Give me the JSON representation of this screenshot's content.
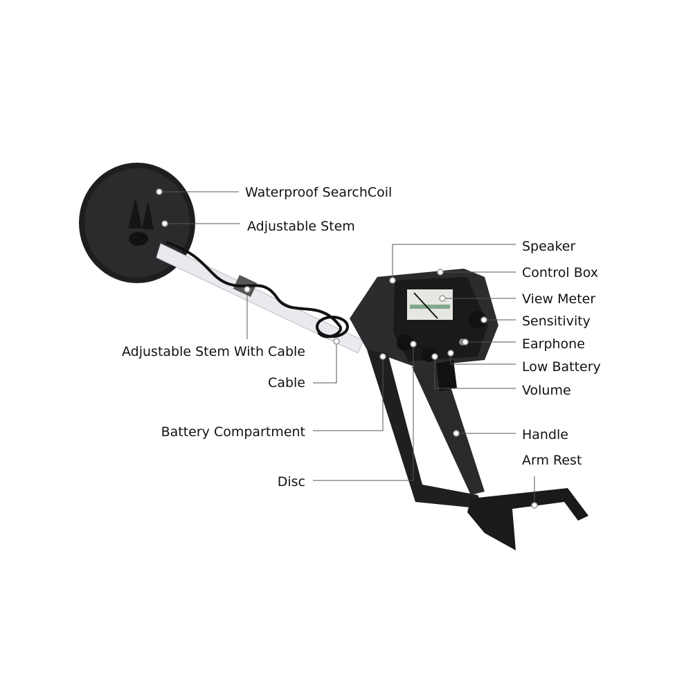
{
  "labels": {
    "searchcoil": "Waterproof SearchCoil",
    "adjustable_stem": "Adjustable Stem",
    "speaker": "Speaker",
    "control_box": "Control Box",
    "view_meter": "View Meter",
    "sensitivity": "Sensitivity",
    "earphone": "Earphone",
    "low_battery": "Low Battery",
    "volume": "Volume",
    "handle": "Handle",
    "arm_rest": "Arm Rest",
    "stem_with_cable": "Adjustable Stem With Cable",
    "cable": "Cable",
    "battery_compartment": "Battery Compartment",
    "disc": "Disc"
  },
  "colors": {
    "body": "#2a2a2c",
    "stem": "#e6e8ec",
    "leader": "#555555"
  }
}
